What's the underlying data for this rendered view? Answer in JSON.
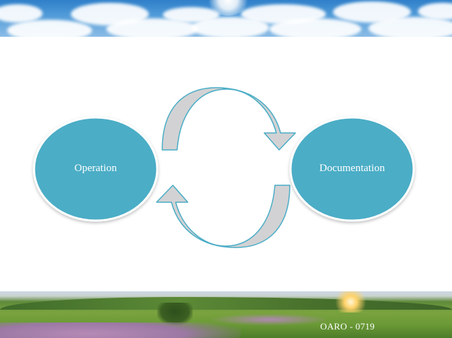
{
  "diagram": {
    "nodes": [
      {
        "id": "operation",
        "label": "Operation"
      },
      {
        "id": "documentation",
        "label": "Documentation"
      }
    ],
    "arrows": [
      {
        "from": "operation",
        "to": "documentation",
        "direction": "clockwise-top"
      },
      {
        "from": "documentation",
        "to": "operation",
        "direction": "clockwise-bottom"
      }
    ],
    "colors": {
      "node_fill": "#4badc6",
      "node_border": "#ffffff",
      "arrow_stroke": "#4badc6",
      "arrow_fill": "#d2d2d4"
    }
  },
  "footer": {
    "text": "OARO - 0719"
  },
  "banners": {
    "top_icon": "sky-clouds-image",
    "bottom_icon": "meadow-landscape-image"
  }
}
